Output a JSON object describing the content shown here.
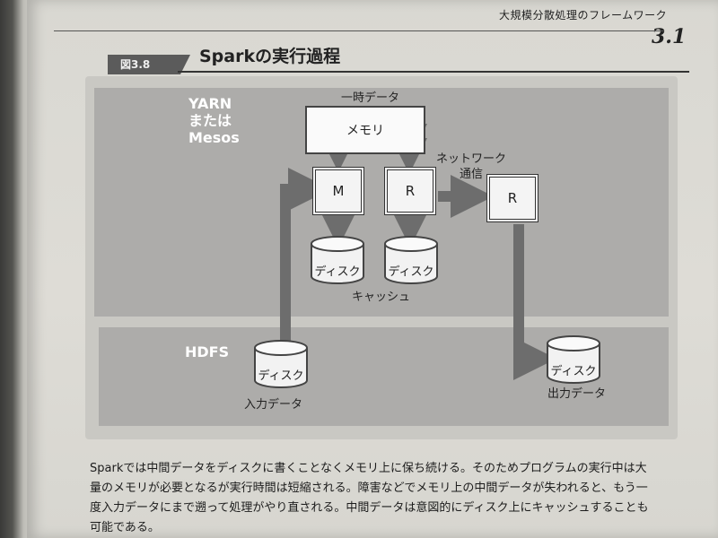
{
  "header": {
    "running_head": "大規模分散処理のフレームワーク",
    "section_number": "3.1"
  },
  "figure": {
    "number": "図3.8",
    "title": "Sparkの実行過程",
    "yarn_label": [
      "YARN",
      "または",
      "Mesos"
    ],
    "hdfs_label": "HDFS",
    "temp_data_label": "一時データ",
    "memory_label": "メモリ",
    "map_node": "M",
    "reduce_node": "R",
    "remote_reduce_node": "R",
    "network_label": [
      "ネットワーク",
      "通信"
    ],
    "disk_label": "ディスク",
    "cache_label": "キャッシュ",
    "input_label": "入力データ",
    "output_label": "出力データ"
  },
  "body": {
    "lines": [
      "Sparkでは中間データをディスクに書くことなくメモリ上に保ち続ける。そのためプログラムの実行中は大",
      "量のメモリが必要となるが実行時間は短縮される。障害などでメモリ上の中間データが失われると、もう一",
      "度入力データにまで遡って処理がやり直される。中間データは意図的にディスク上にキャッシュすることも",
      "可能である。"
    ]
  },
  "colors": {
    "arrow": "#6d6d6d",
    "panel": "#adacaa",
    "figure_bg": "#c9c8c3",
    "label_box": "#5b5b5b"
  }
}
